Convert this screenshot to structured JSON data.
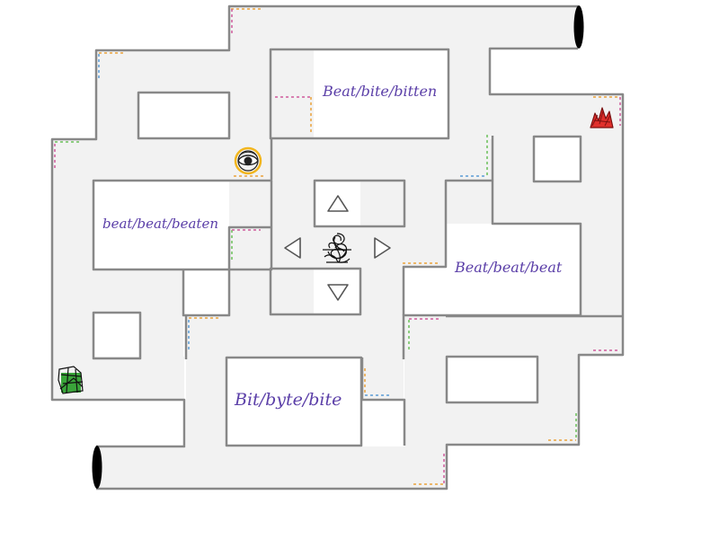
{
  "game": {
    "answers": [
      {
        "id": "ans-1",
        "text": "Beat/bite/bitten"
      },
      {
        "id": "ans-2",
        "text": "beat/beat/beaten"
      },
      {
        "id": "ans-3",
        "text": "Beat/beat/beat"
      },
      {
        "id": "ans-4",
        "text": "Bit/byte/bite"
      }
    ],
    "controls": [
      "up-arrow-icon",
      "down-arrow-icon",
      "left-arrow-icon",
      "right-arrow-icon"
    ],
    "sprites": [
      "player-scribble-icon",
      "eye-ghost-icon",
      "red-ghost-icon",
      "green-ghost-icon"
    ],
    "portals": [
      "portal-top-right",
      "portal-bottom-left"
    ]
  },
  "colors": {
    "corridor": "#f2f2f2",
    "wall": "#888888",
    "label": "#5b3fa8",
    "red_ghost": "#e0302c",
    "green_ghost": "#3aa53a",
    "eye_ghost": "#f2b61e"
  }
}
